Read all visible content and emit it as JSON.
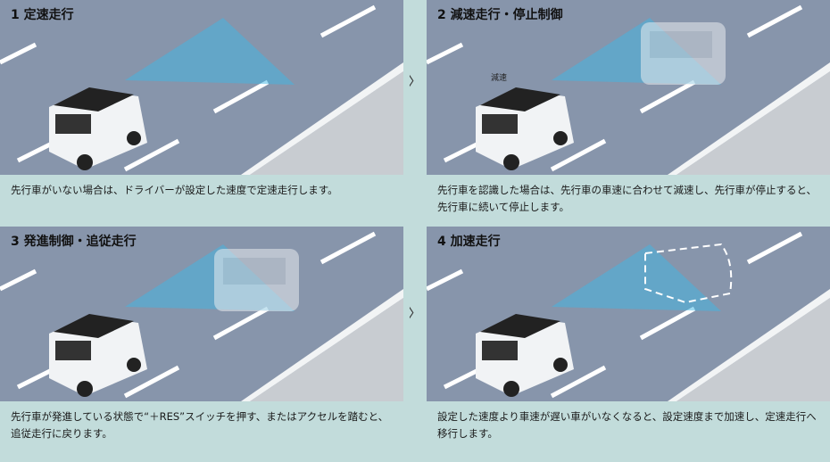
{
  "panels": [
    {
      "title": "1 定速走行",
      "caption": "先行車がいない場合は、ドライバーが設定した速度で定速走行します。"
    },
    {
      "title": "2 減速走行・停止制御",
      "caption": "先行車を認識した場合は、先行車の車速に合わせて減速し、先行車が停止すると、先行車に続いて停止します。",
      "label": "減速"
    },
    {
      "title": "3 発進制御・追従走行",
      "caption": "先行車が発進している状態で“＋RES”スイッチを押す、またはアクセルを踏むと、追従走行に戻ります。"
    },
    {
      "title": "4 加速走行",
      "caption": "設定した速度より車速が遅い車がいなくなると、設定速度まで加速し、定速走行へ移行します。"
    }
  ],
  "arrows": [
    "›",
    "›"
  ],
  "colors": {
    "road": "#8795ab",
    "background": "#c2dcdb",
    "beam": "#3fb8e6"
  }
}
